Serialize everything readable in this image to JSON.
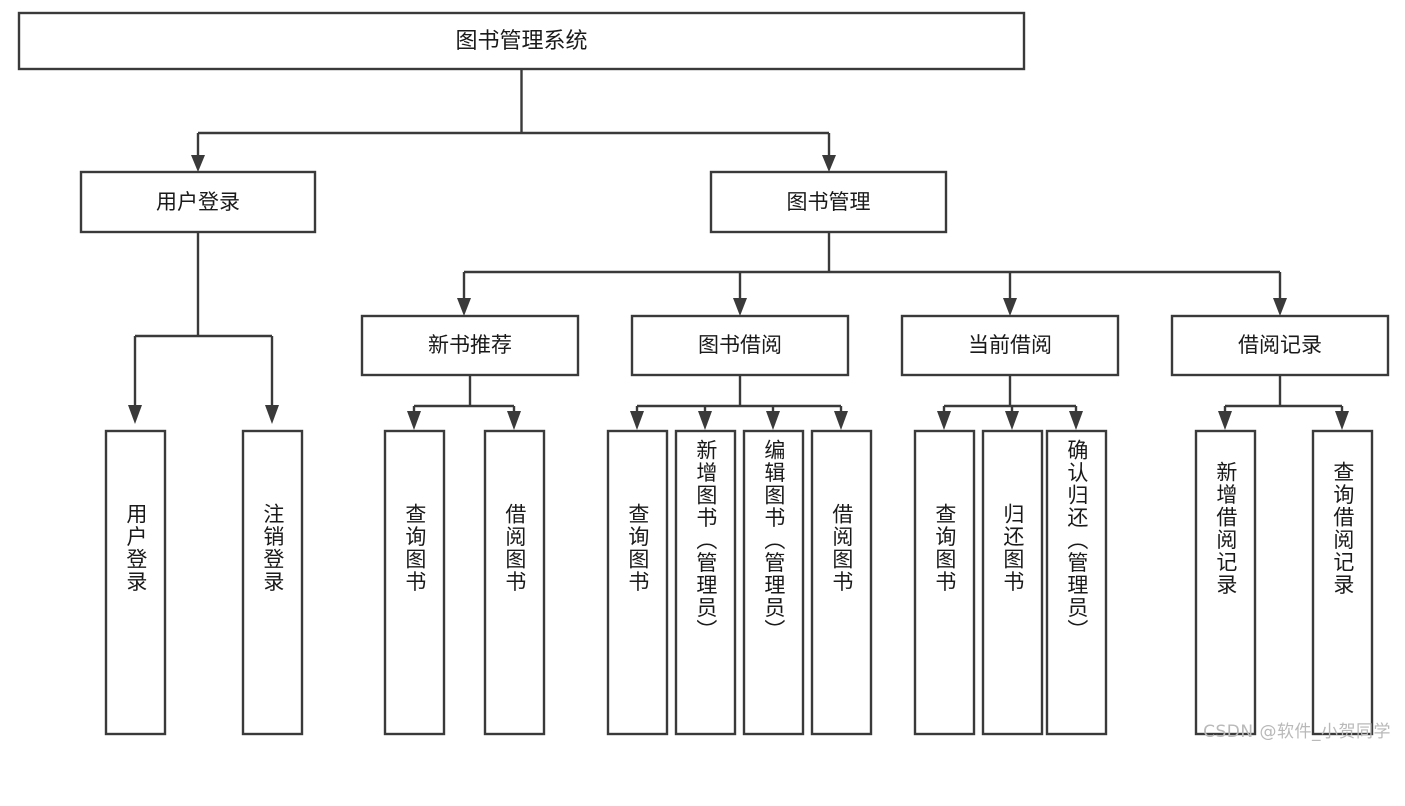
{
  "diagram": {
    "type": "tree",
    "title": "图书管理系统",
    "orientation": "top-down",
    "root": {
      "id": "root",
      "label": "图书管理系统"
    },
    "level2": [
      {
        "id": "user-login",
        "label": "用户登录"
      },
      {
        "id": "book-manage",
        "label": "图书管理"
      }
    ],
    "level3": [
      {
        "id": "new-book-recommend",
        "label": "新书推荐",
        "parent": "book-manage"
      },
      {
        "id": "book-borrow",
        "label": "图书借阅",
        "parent": "book-manage"
      },
      {
        "id": "current-borrow",
        "label": "当前借阅",
        "parent": "book-manage"
      },
      {
        "id": "borrow-record",
        "label": "借阅记录",
        "parent": "book-manage"
      }
    ],
    "leaves": [
      {
        "id": "leaf-user-login",
        "label": "用户登录",
        "parent": "user-login"
      },
      {
        "id": "leaf-user-logout",
        "label": "注销登录",
        "parent": "user-login"
      },
      {
        "id": "leaf-query-book-1",
        "label": "查询图书",
        "parent": "new-book-recommend"
      },
      {
        "id": "leaf-borrow-book-1",
        "label": "借阅图书",
        "parent": "new-book-recommend"
      },
      {
        "id": "leaf-query-book-2",
        "label": "查询图书",
        "parent": "book-borrow"
      },
      {
        "id": "leaf-add-book",
        "label": "新增图书（管理员）",
        "parent": "book-borrow"
      },
      {
        "id": "leaf-edit-book",
        "label": "编辑图书（管理员）",
        "parent": "book-borrow"
      },
      {
        "id": "leaf-borrow-book-2",
        "label": "借阅图书",
        "parent": "book-borrow"
      },
      {
        "id": "leaf-query-book-3",
        "label": "查询图书",
        "parent": "current-borrow"
      },
      {
        "id": "leaf-return-book",
        "label": "归还图书",
        "parent": "current-borrow"
      },
      {
        "id": "leaf-confirm-return",
        "label": "确认归还（管理员）",
        "parent": "current-borrow"
      },
      {
        "id": "leaf-add-record",
        "label": "新增借阅记录",
        "parent": "borrow-record"
      },
      {
        "id": "leaf-query-record",
        "label": "查询借阅记录",
        "parent": "borrow-record"
      }
    ],
    "colors": {
      "stroke": "#3a3a3a",
      "fill": "#ffffff",
      "text": "#1a1a1a",
      "watermark": "#b9b9b9"
    }
  },
  "watermark": {
    "text": "CSDN @软件_小贺同学"
  }
}
